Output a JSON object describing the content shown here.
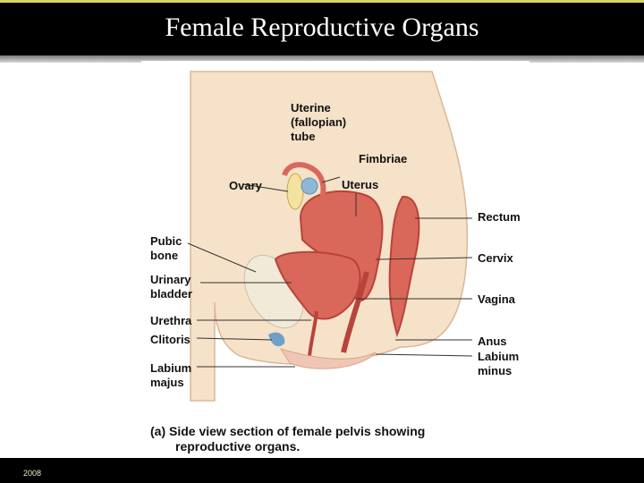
{
  "slide": {
    "title": "Female Reproductive Organs",
    "footer_year": "2008"
  },
  "figure": {
    "labels": {
      "uterine_tube": "Uterine\n(fallopian)\ntube",
      "fimbriae": "Fimbriae",
      "ovary": "Ovary",
      "uterus": "Uterus",
      "rectum": "Rectum",
      "pubic_bone": "Pubic\nbone",
      "cervix": "Cervix",
      "urinary_bladder": "Urinary\nbladder",
      "vagina": "Vagina",
      "urethra": "Urethra",
      "clitoris": "Clitoris",
      "anus": "Anus",
      "labium_minus": "Labium\nminus",
      "labium_majus": "Labium\nmajus"
    },
    "caption_part": "(a)",
    "caption_line1": "Side view section of female pelvis showing",
    "caption_line2": "reproductive organs."
  },
  "colors": {
    "skin": "#f6e2c8",
    "organ": "#d9685a",
    "organ_dark": "#b8433a",
    "bone": "#f2ead8",
    "ovary": "#f3e2a0",
    "fimbriae": "#8fb7d6"
  }
}
